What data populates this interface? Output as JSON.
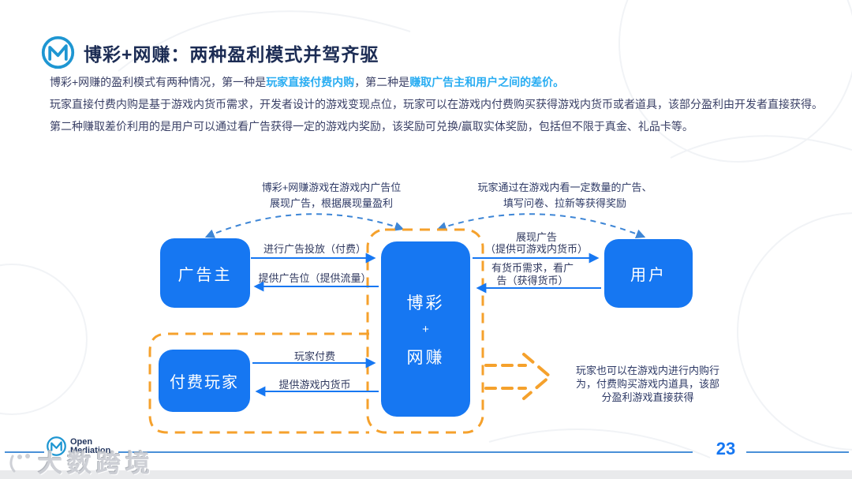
{
  "slide": {
    "title": "博彩+网赚：两种盈利模式并驾齐驱"
  },
  "intro": {
    "line1": {
      "part1": "博彩+网赚的盈利模式有两种情况，第一种是",
      "highlight1": "玩家直接付费内购",
      "part2": "，第二种是",
      "highlight2": "赚取广告主和用户之间的差价。"
    },
    "line2": "玩家直接付费内购是基于游戏内货币需求，开发者设计的游戏变现点位，玩家可以在游戏内付费购买获得游戏内货币或者道具，该部分盈利由开发者直接获得。",
    "line3": "第二种赚取差价利用的是用户可以通过看广告获得一定的游戏内奖励，该奖励可兑换/赢取实体奖励，包括但不限于真金、礼品卡等。"
  },
  "diagram": {
    "annotations": {
      "left_line1": "博彩+网赚游戏在游戏内广告位",
      "left_line2": "展现广告，根据展现量盈利",
      "right_line1": "玩家通过在游戏内看一定数量的广告、",
      "right_line2": "填写问卷、拉新等获得奖励"
    },
    "nodes": {
      "advertiser": "广告主",
      "user": "用户",
      "paying_player": "付费玩家",
      "center_top": "博彩",
      "center_plus": "+",
      "center_bottom": "网赚"
    },
    "edges": {
      "place_ads": "进行广告投放（付费）",
      "provide_ad_slot": "提供广告位（提供流量）",
      "show_ads_line1": "展现广告",
      "show_ads_line2": "（提供可游戏内货币）",
      "need_currency_line1": "有货币需求，看广",
      "need_currency_line2": "告（获得货币）",
      "player_pay": "玩家付费",
      "provide_game_currency": "提供游戏内货币"
    },
    "side_note": {
      "line1": "玩家也可以在游戏内进行内购行",
      "line2": "为，付费购买游戏内道具，该部",
      "line3": "分盈利游戏直接获得"
    }
  },
  "footer": {
    "logo_line1": "Open",
    "logo_line2": "Mediation",
    "watermark": "大数跨境",
    "page_number": "23"
  },
  "colors": {
    "box_blue": "#1677F2",
    "highlight_cyan": "#29ADF2",
    "dashed_blue": "#3E86D6",
    "orange": "#F5A12C",
    "navy": "#1C2C54"
  }
}
